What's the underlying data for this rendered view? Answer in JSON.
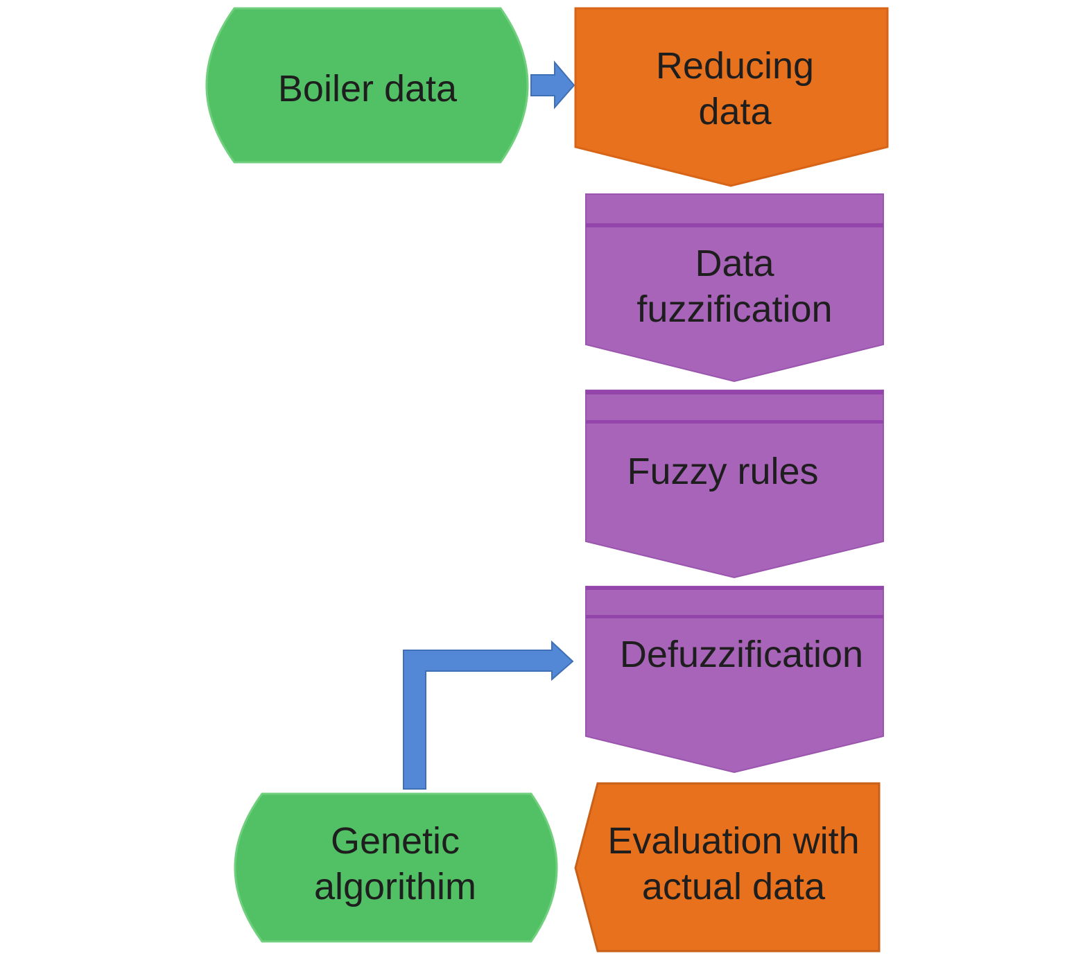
{
  "diagram": {
    "type": "flowchart",
    "colors": {
      "terminal_green": "#52c064",
      "process_orange": "#e8711e",
      "fuzzy_purple": "#a864b8",
      "purple_band": "#9445ab",
      "arrow_blue": "#5288d6",
      "text": "#1e1e1e"
    },
    "nodes": [
      {
        "id": "boiler",
        "label": "Boiler data",
        "shape": "curved-terminal",
        "color": "green"
      },
      {
        "id": "reducing",
        "label": "Reducing data",
        "shape": "down-chevron",
        "color": "orange"
      },
      {
        "id": "fuzzification",
        "label": "Data fuzzification",
        "shape": "down-chevron-banded",
        "color": "purple"
      },
      {
        "id": "rules",
        "label": "Fuzzy rules",
        "shape": "down-chevron-banded",
        "color": "purple"
      },
      {
        "id": "defuzz",
        "label": "Defuzzification",
        "shape": "down-chevron-banded",
        "color": "purple"
      },
      {
        "id": "evaluation",
        "label": "Evaluation with actual data",
        "shape": "left-chevron",
        "color": "orange"
      },
      {
        "id": "genetic",
        "label": "Genetic algorithim",
        "shape": "curved-terminal",
        "color": "green"
      }
    ],
    "edges": [
      {
        "from": "boiler",
        "to": "reducing",
        "style": "block-arrow"
      },
      {
        "from": "reducing",
        "to": "fuzzification",
        "style": "chevron-flow"
      },
      {
        "from": "fuzzification",
        "to": "rules",
        "style": "chevron-flow"
      },
      {
        "from": "rules",
        "to": "defuzz",
        "style": "chevron-flow"
      },
      {
        "from": "defuzz",
        "to": "evaluation",
        "style": "chevron-flow"
      },
      {
        "from": "genetic",
        "to": "defuzz",
        "style": "bent-block-arrow"
      }
    ],
    "labels": {
      "boiler_line1": "Boiler data",
      "reducing_line1": "Reducing",
      "reducing_line2": "data",
      "fuzzification_line1": "Data",
      "fuzzification_line2": "fuzzification",
      "rules_line1": "Fuzzy rules",
      "defuzz_line1": "Defuzzification",
      "evaluation_line1": "Evaluation with",
      "evaluation_line2": "actual data",
      "genetic_line1": "Genetic",
      "genetic_line2": "algorithim"
    }
  }
}
